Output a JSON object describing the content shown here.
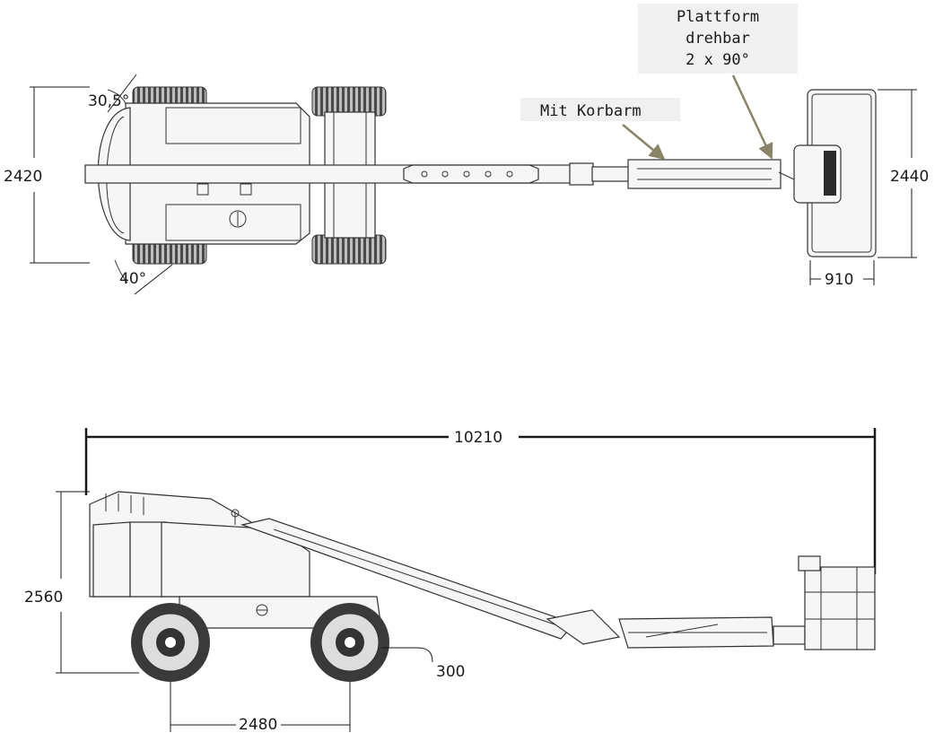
{
  "top_view": {
    "width_left": "2420",
    "platform_width": "2440",
    "platform_depth": "910",
    "label_jib": "Mit Korbarm",
    "label_rotating_platform": [
      "Plattform",
      "drehbar",
      "2 x 90°"
    ],
    "angle_top": "30,5°",
    "angle_bottom": "40°"
  },
  "side_view": {
    "overall_length": "10210",
    "height": "2560",
    "wheelbase": "2480",
    "ground_clearance": "300"
  },
  "colors": {
    "line": "#1a1a1a",
    "arrow": "#8a8466",
    "label_bg": "#f0f0f0"
  }
}
